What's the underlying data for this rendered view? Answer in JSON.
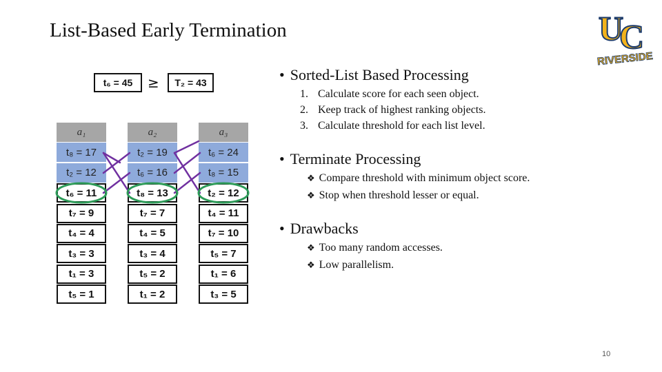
{
  "title": "List-Based Early Termination",
  "page_number": "10",
  "logo": {
    "letters": "UC",
    "text": "RIVERSIDE",
    "gold": "#f2b21c",
    "navy": "#1b3a6b"
  },
  "formula": {
    "left": "t₆ = 45",
    "op": "≥",
    "right": "T₂ = 43"
  },
  "lists": [
    {
      "header": "a₁",
      "cells": [
        "t₈ = 17",
        "t₂ = 12",
        "t₆ = 11",
        "t₇ = 9",
        "t₄ = 4",
        "t₃ = 3",
        "t₁ = 3",
        "t₅ = 1"
      ]
    },
    {
      "header": "a₂",
      "cells": [
        "t₂ = 19",
        "t₆ = 16",
        "t₈ = 13",
        "t₇ = 7",
        "t₄ = 5",
        "t₃ = 4",
        "t₅ = 2",
        "t₁ = 2"
      ]
    },
    {
      "header": "a₃",
      "cells": [
        "t₆ = 24",
        "t₈ = 15",
        "t₂ = 12",
        "t₄ = 11",
        "t₇ = 10",
        "t₅ = 7",
        "t₁ = 6",
        "t₃ = 5"
      ]
    }
  ],
  "colors": {
    "header": "#a6a6a6",
    "seen": "#8eaadb",
    "arrow": "#7030a0",
    "circle": "#2e9b59"
  },
  "sections": [
    {
      "heading": "Sorted-List Based Processing",
      "items": [
        "Calculate score for each seen object.",
        "Keep track of highest ranking objects.",
        "Calculate threshold for each list level."
      ]
    },
    {
      "heading": "Terminate Processing",
      "items": [
        "Compare threshold with minimum object score.",
        "Stop when threshold lesser or equal."
      ]
    },
    {
      "heading": "Drawbacks",
      "items": [
        "Too many random accesses.",
        "Low parallelism."
      ]
    }
  ]
}
